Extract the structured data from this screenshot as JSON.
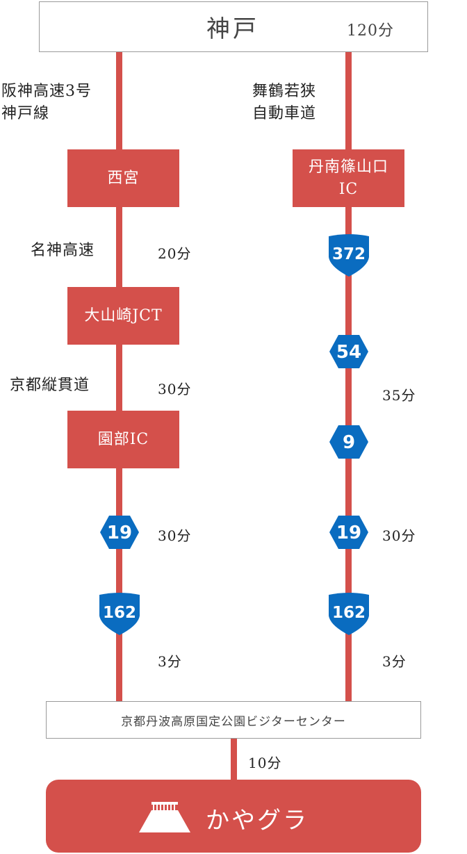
{
  "origin": {
    "name": "神戸",
    "total_time": "120分"
  },
  "left_route": {
    "expressway_label": "阪神高速3号\n神戸線",
    "nodes": [
      "西宮",
      "大山崎JCT",
      "園部IC"
    ],
    "segments": [
      {
        "road": "名神高速",
        "time": "20分"
      },
      {
        "road": "京都縦貫道",
        "time": "30分"
      }
    ],
    "shields": [
      "19",
      "162"
    ],
    "shield_time": "30分",
    "final_time": "3分"
  },
  "right_route": {
    "expressway_label": "舞鶴若狭\n自動車道",
    "node": "丹南篠山口\nIC",
    "shields": [
      "372",
      "54",
      "9",
      "19",
      "162"
    ],
    "time_a": "35分",
    "time_b": "30分",
    "final_time": "3分"
  },
  "visitor_center": "京都丹波高原国定公園ビジターセンター",
  "last_time": "10分",
  "destination": "かやグラ",
  "colors": {
    "route_red": "#d4504b",
    "shield_blue": "#0a6cc0"
  }
}
